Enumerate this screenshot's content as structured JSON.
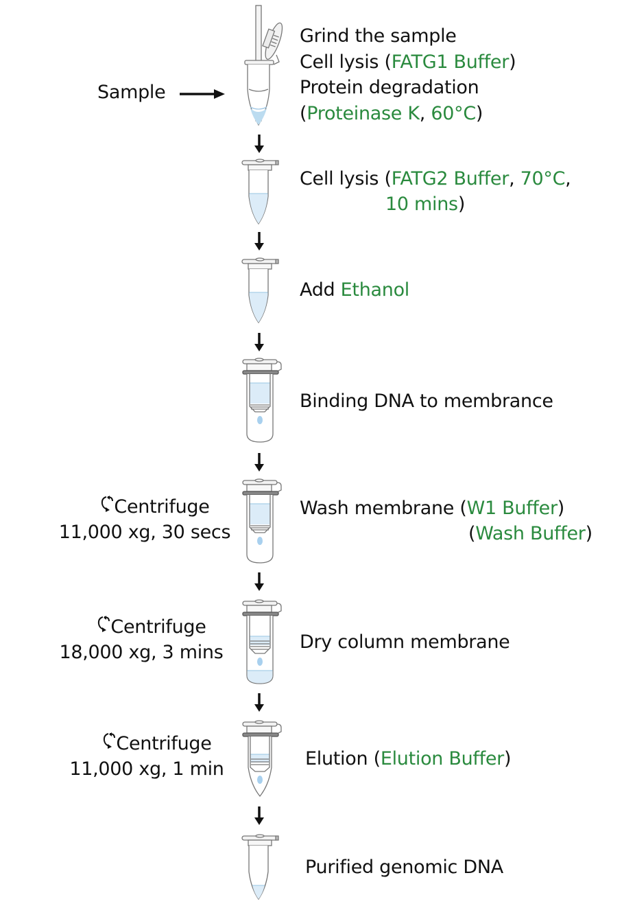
{
  "colors": {
    "accent_green": "#2a8a3e",
    "liquid": "#bcdcf0",
    "text": "#111111",
    "outline": "#666666"
  },
  "sample_label": "Sample",
  "steps": [
    {
      "tube": "tube-with-pestle",
      "lines": [
        [
          {
            "t": "Grind the sample",
            "g": false
          }
        ],
        [
          {
            "t": "Cell lysis (",
            "g": false
          },
          {
            "t": "FATG1 Buffer",
            "g": true
          },
          {
            "t": ")",
            "g": false
          }
        ],
        [
          {
            "t": "Protein degradation",
            "g": false
          }
        ],
        [
          {
            "t": "(",
            "g": false
          },
          {
            "t": "Proteinase K",
            "g": true
          },
          {
            "t": ", ",
            "g": false
          },
          {
            "t": "60°C",
            "g": true
          },
          {
            "t": ")",
            "g": false
          }
        ]
      ]
    },
    {
      "tube": "tube-liquid",
      "lines": [
        [
          {
            "t": "Cell lysis (",
            "g": false
          },
          {
            "t": "FATG2 Buffer",
            "g": true
          },
          {
            "t": ", ",
            "g": false
          },
          {
            "t": "70°C",
            "g": true
          },
          {
            "t": ",",
            "g": false
          }
        ],
        [
          {
            "t": "10 mins",
            "g": true
          },
          {
            "t": ")",
            "g": false
          }
        ]
      ]
    },
    {
      "tube": "tube-liquid",
      "lines": [
        [
          {
            "t": "Add ",
            "g": false
          },
          {
            "t": "Ethanol",
            "g": true
          }
        ]
      ]
    },
    {
      "tube": "spin-column",
      "lines": [
        [
          {
            "t": "Binding DNA to membrance",
            "g": false
          }
        ]
      ]
    },
    {
      "tube": "spin-column",
      "centrifuge": {
        "label": "Centrifuge",
        "setting": "11,000 xg, 30 secs"
      },
      "lines": [
        [
          {
            "t": "Wash membrane (",
            "g": false
          },
          {
            "t": "W1 Buffer",
            "g": true
          },
          {
            "t": ")",
            "g": false
          }
        ],
        [
          {
            "t": "(",
            "g": false
          },
          {
            "t": "Wash Buffer",
            "g": true
          },
          {
            "t": ")",
            "g": false
          }
        ]
      ]
    },
    {
      "tube": "spin-column-flowthrough",
      "centrifuge": {
        "label": "Centrifuge",
        "setting": "18,000 xg, 3 mins"
      },
      "lines": [
        [
          {
            "t": "Dry column membrane",
            "g": false
          }
        ]
      ]
    },
    {
      "tube": "spin-column-short",
      "centrifuge": {
        "label": "Centrifuge",
        "setting": "11,000 xg, 1 min"
      },
      "lines": [
        [
          {
            "t": "Elution (",
            "g": false
          },
          {
            "t": "Elution Buffer",
            "g": true
          },
          {
            "t": ")",
            "g": false
          }
        ]
      ]
    },
    {
      "tube": "tube-small-liquid",
      "lines": [
        [
          {
            "t": "Purified genomic DNA",
            "g": false
          }
        ]
      ]
    }
  ]
}
